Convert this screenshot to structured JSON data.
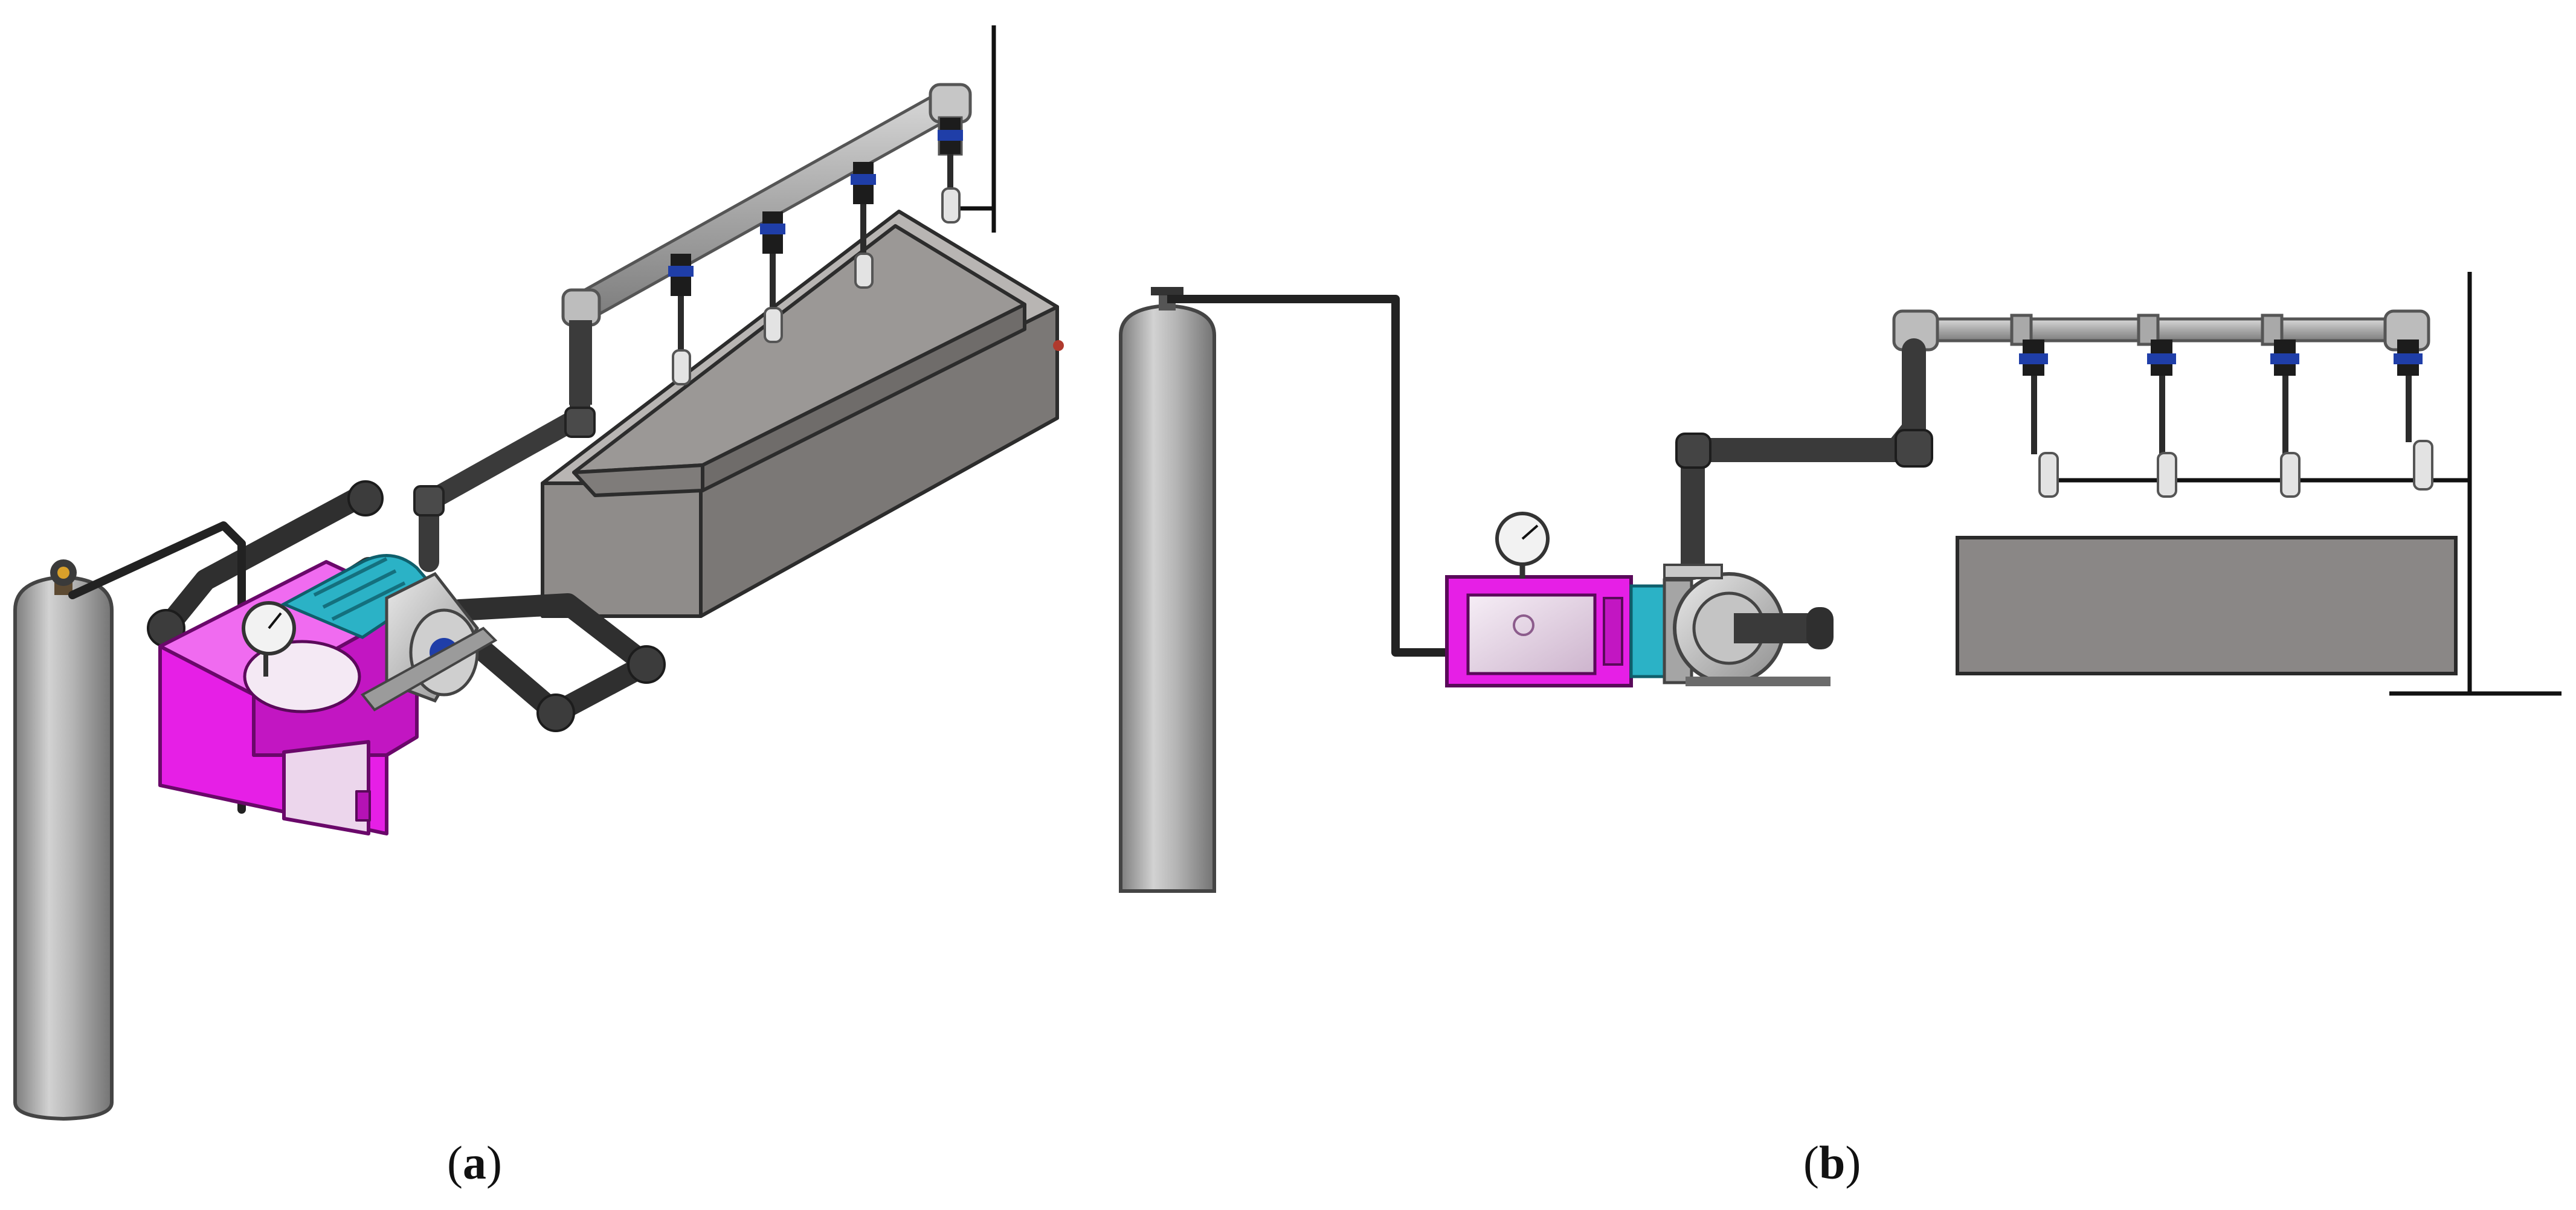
{
  "figure": {
    "panels": [
      {
        "id": "a",
        "label": "a",
        "view": "isometric"
      },
      {
        "id": "b",
        "label": "b",
        "view": "front"
      }
    ],
    "caption_open": "(",
    "caption_close": ")",
    "colors": {
      "cylinder": "#a9a9a9",
      "pipe": "#3d3d3d",
      "pvc": "#a8a8a8",
      "tank": "#8e8b89",
      "chamber": "#e61fe6",
      "motor": "#2bb2c6",
      "valve": "#1f3ea8",
      "frame": "#111111"
    }
  }
}
